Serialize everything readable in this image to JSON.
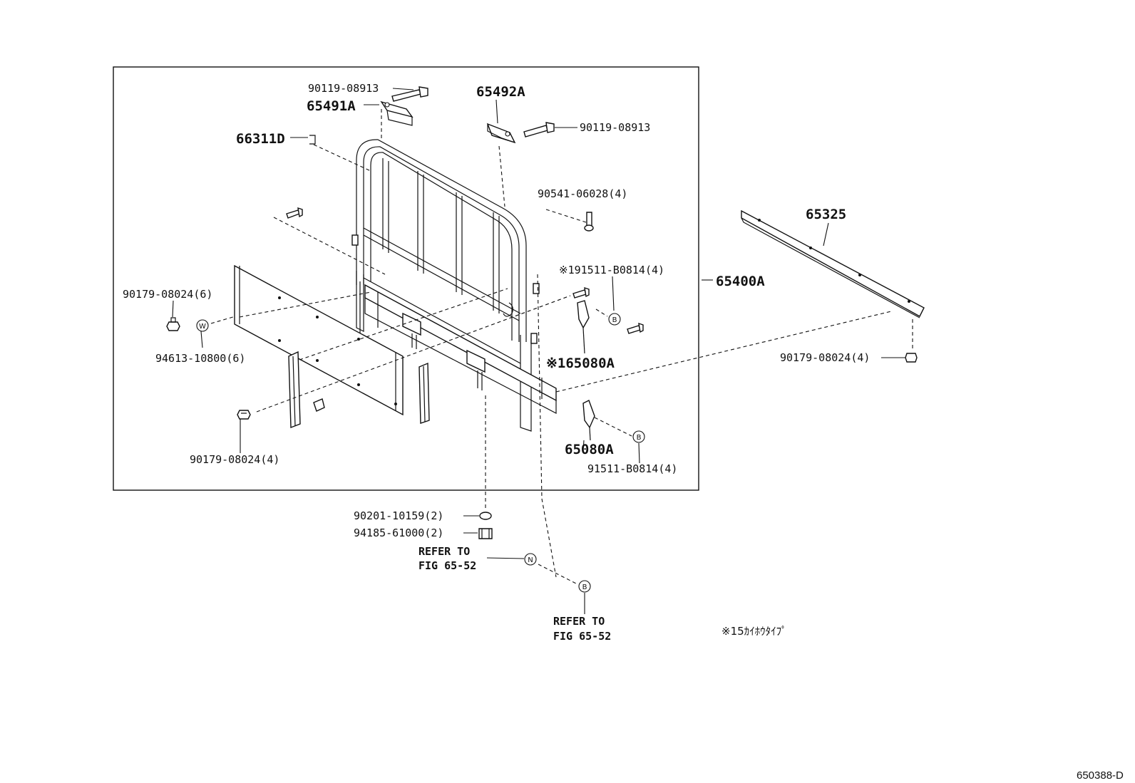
{
  "diagram": {
    "labels": {
      "p90119_a": "90119-08913",
      "p65491A": "65491A",
      "p65492A": "65492A",
      "p90119_b": "90119-08913",
      "p66311D": "66311D",
      "p90541": "90541-06028(4)",
      "p65325": "65325",
      "p191511": "※191511-B0814(4)",
      "p65400A": "65400A",
      "p90179_6": "90179-08024(6)",
      "p94613": "94613-10800(6)",
      "p165080A": "※165080A",
      "p90179_4r": "90179-08024(4)",
      "p90179_4l": "90179-08024(4)",
      "p65080A": "65080A",
      "p91511": "91511-B0814(4)",
      "p90201": "90201-10159(2)",
      "p94185": "94185-61000(2)",
      "ref1_line1": "REFER TO",
      "ref1_line2": "FIG 65-52",
      "ref2_line1": "REFER TO",
      "ref2_line2": "FIG 65-52",
      "note": "※15ｶｲﾎｳﾀｲﾌﾟ",
      "drawing_code": "650388-D"
    },
    "markers": {
      "w": "W",
      "b1": "B",
      "b2": "B",
      "b3": "B",
      "n": "N"
    }
  }
}
